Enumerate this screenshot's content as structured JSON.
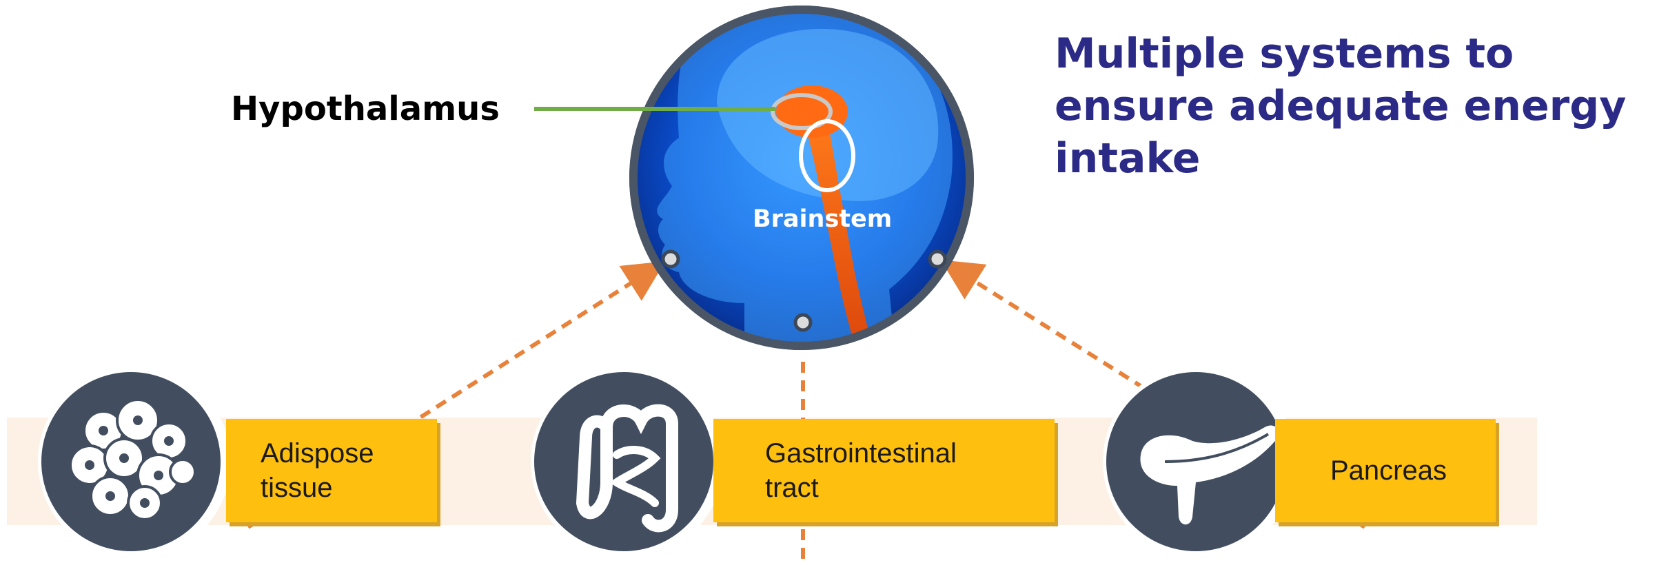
{
  "title": "Multiple systems to ensure adequate energy intake",
  "brain": {
    "hypothalamus_label": "Hypothalamus",
    "brainstem_label": "Brainstem"
  },
  "systems": [
    {
      "label": "Adispose\ntissue",
      "icon": "fat-cells-icon"
    },
    {
      "label": "Gastrointestinal\ntract",
      "icon": "intestine-icon"
    },
    {
      "label": "Pancreas",
      "icon": "pancreas-icon"
    }
  ],
  "colors": {
    "title": "#2b2a86",
    "label_box": "#ffbf0f",
    "icon_circle": "#424e5f",
    "arrow": "#e8823a",
    "hypothalamus_line": "#70ad47",
    "band": "#fdf1e6"
  }
}
